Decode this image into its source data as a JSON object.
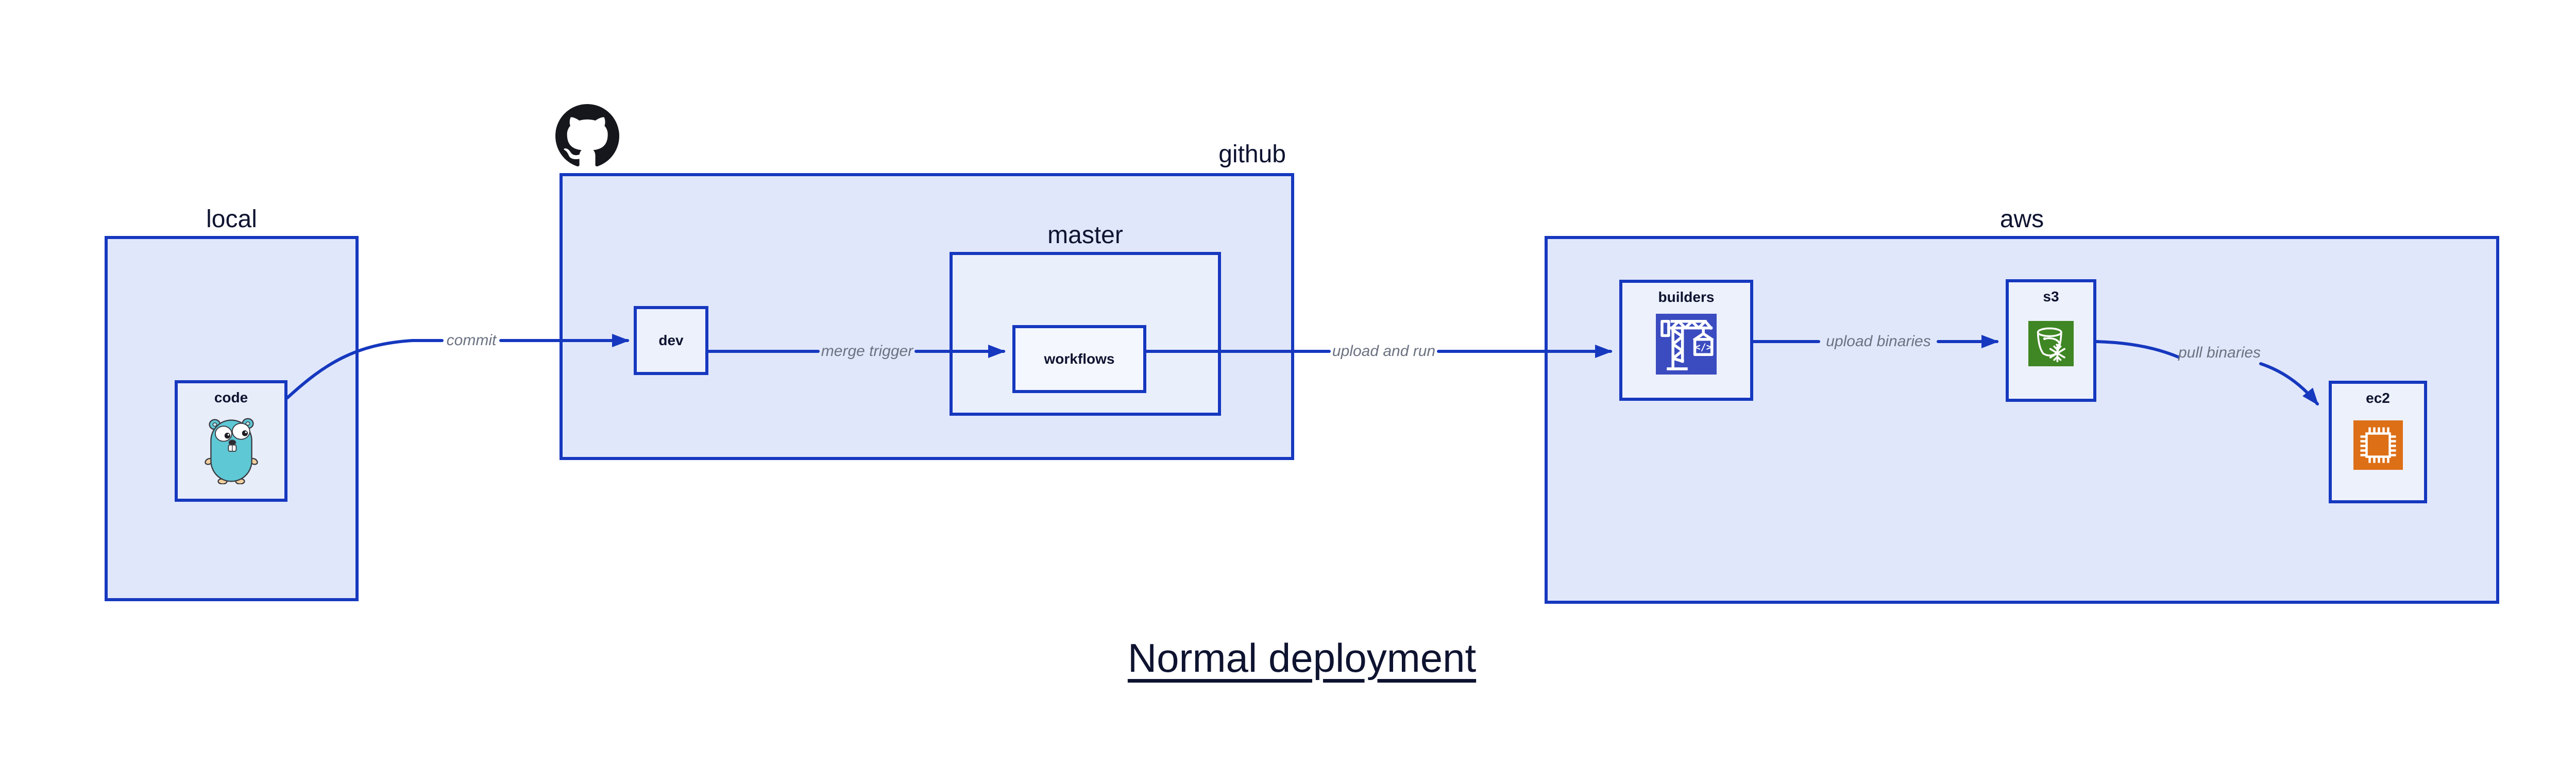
{
  "title": {
    "text": "Normal deployment"
  },
  "regions": {
    "local": {
      "label": "local"
    },
    "github": {
      "label": "github"
    },
    "master": {
      "label": "master"
    },
    "aws": {
      "label": "aws"
    }
  },
  "nodes": {
    "code": {
      "label": "code",
      "icon": "go-gopher-icon"
    },
    "dev": {
      "label": "dev"
    },
    "workflows": {
      "label": "workflows"
    },
    "builders": {
      "label": "builders",
      "icon": "codebuild-crane-icon",
      "icon_glyph": "</>"
    },
    "s3": {
      "label": "s3",
      "icon": "s3-glacier-bucket-icon"
    },
    "ec2": {
      "label": "ec2",
      "icon": "ec2-chip-icon"
    }
  },
  "edges": {
    "commit": {
      "label": "commit",
      "from": "code",
      "to": "dev"
    },
    "merge_trigger": {
      "label": "merge trigger",
      "from": "dev",
      "to": "workflows"
    },
    "upload_and_run": {
      "label": "upload and run",
      "from": "workflows",
      "to": "builders"
    },
    "upload_binaries": {
      "label": "upload binaries",
      "from": "builders",
      "to": "s3"
    },
    "pull_binaries": {
      "label": "pull binaries",
      "from": "s3",
      "to": "ec2"
    }
  },
  "logo": {
    "name": "github-octocat-icon"
  },
  "colors": {
    "border_blue": "#1638bf",
    "arrow_blue": "#1638bf",
    "region_fill": "#e0e7fa",
    "node_fill": "#edf1fc",
    "label_navy": "#0e1330",
    "edge_label_gray": "#6b7280",
    "codebuild_indigo": "#3b4cc0",
    "s3_green": "#3f8624",
    "ec2_orange": "#dd6f17",
    "gopher_teal": "#5ec8d4",
    "github_black": "#15171c"
  }
}
